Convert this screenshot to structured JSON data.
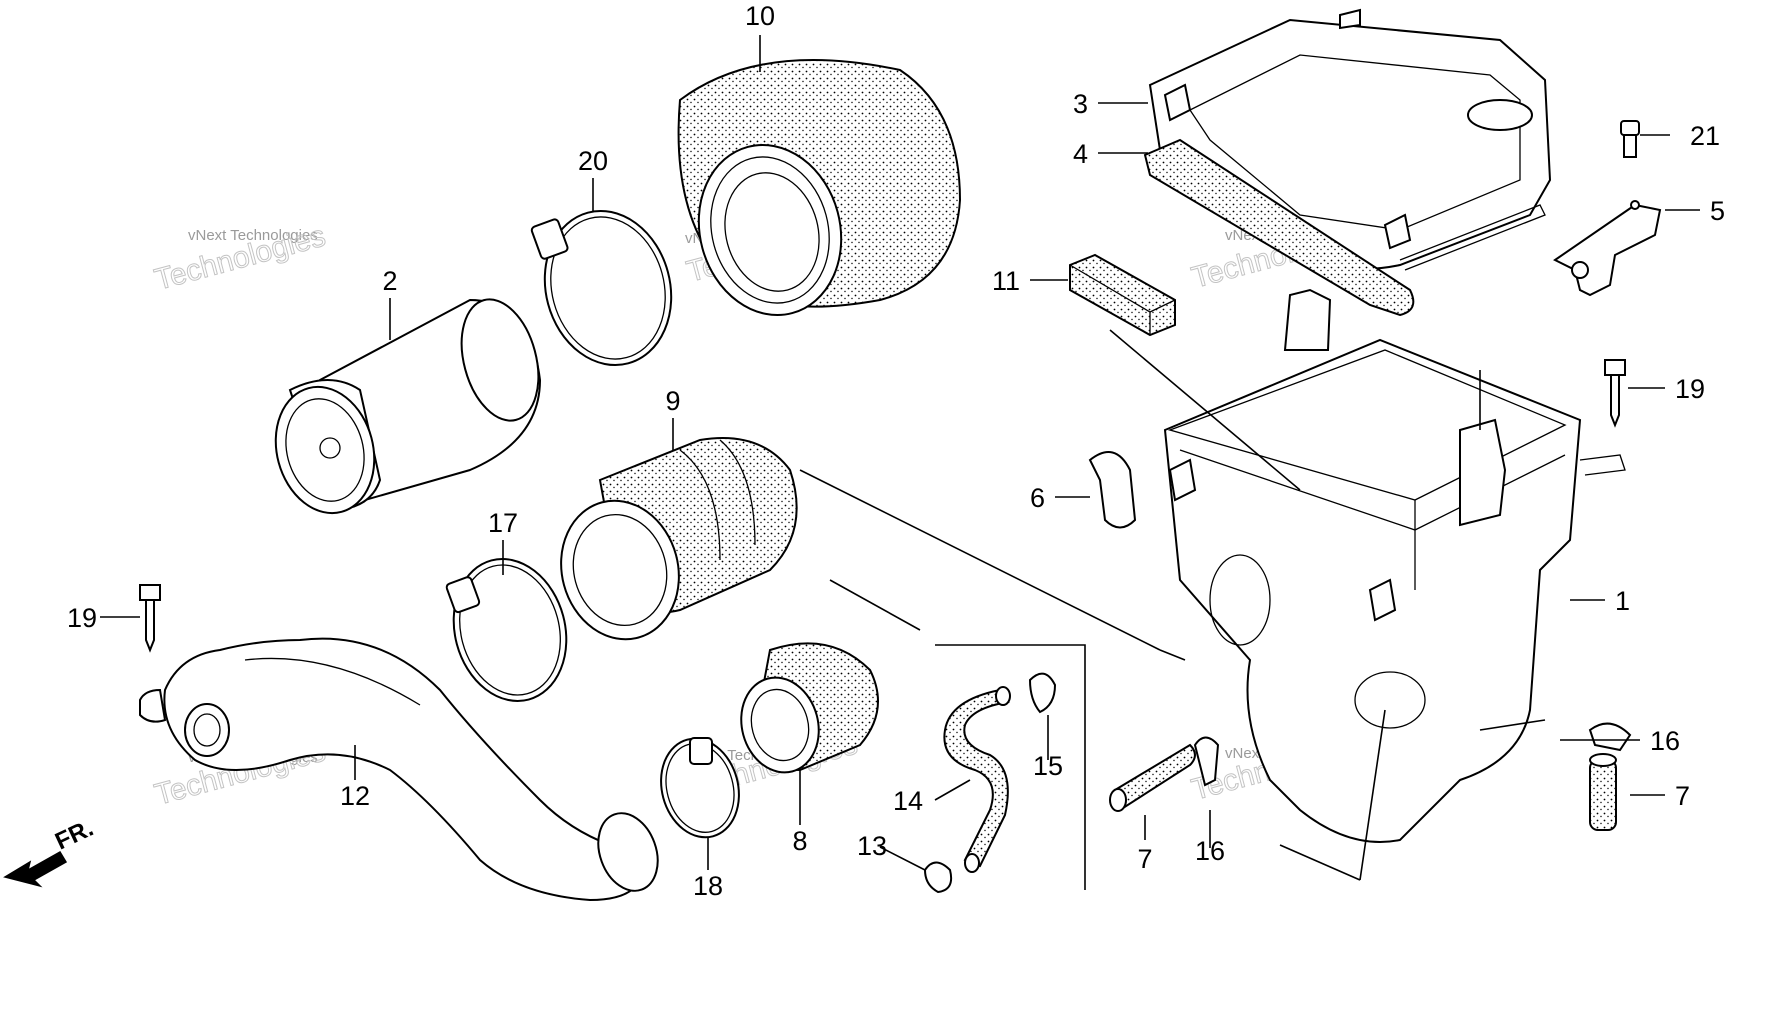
{
  "direction_label": "FR.",
  "watermark": {
    "line1": "vNext Technologies",
    "line2": "vNext",
    "line3": "Technologies"
  },
  "part_numbers": {
    "p1": "1",
    "p2": "2",
    "p3": "3",
    "p4": "4",
    "p5": "5",
    "p6": "6",
    "p7a": "7",
    "p7b": "7",
    "p8": "8",
    "p9": "9",
    "p10": "10",
    "p11": "11",
    "p12": "12",
    "p13": "13",
    "p14": "14",
    "p15": "15",
    "p16a": "16",
    "p16b": "16",
    "p17": "17",
    "p18": "18",
    "p19a": "19",
    "p19b": "19",
    "p20": "20",
    "p21": "21"
  },
  "colors": {
    "line": "#000000",
    "background": "#ffffff",
    "watermark": "#b0b0b0"
  }
}
